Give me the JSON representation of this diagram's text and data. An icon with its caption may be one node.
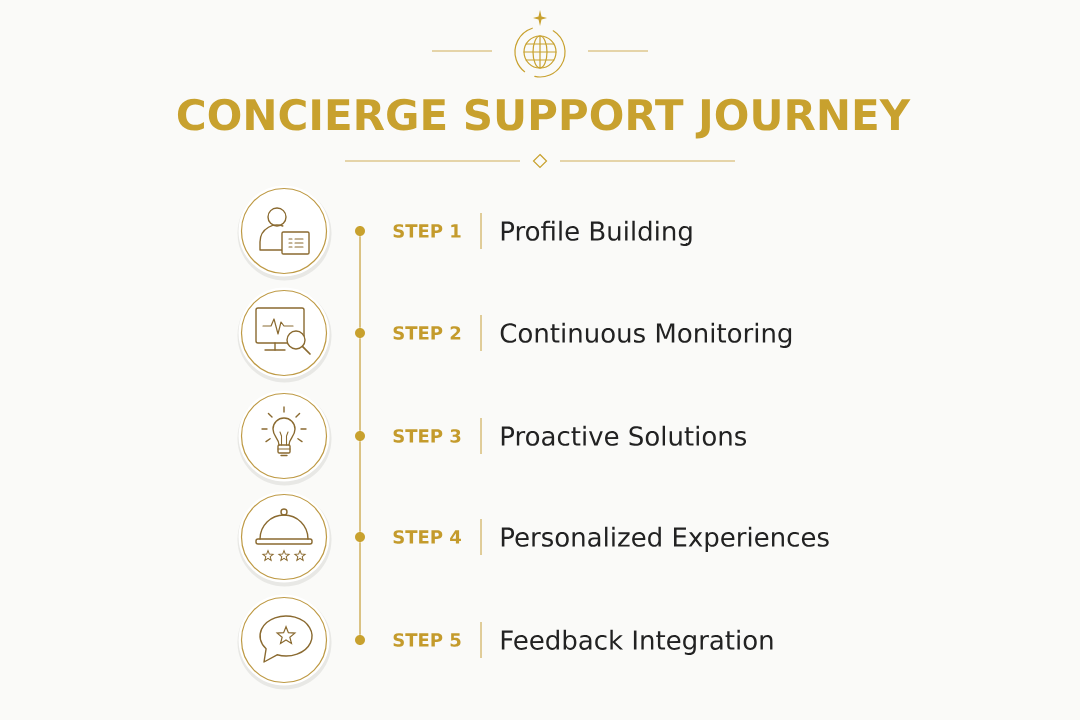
{
  "diagram": {
    "title": "CONCIERGE SUPPORT JOURNEY",
    "nodes": [
      {
        "text": [],
        "shape": "circle",
        "beside": [
          "STEP 1",
          "Profile Building"
        ]
      },
      {
        "text": [],
        "shape": "circle",
        "beside": [
          "STEP 2",
          "Continuous Monitoring"
        ]
      },
      {
        "text": [],
        "shape": "circle",
        "beside": [
          "STEP 3",
          "Proactive Solutions"
        ]
      },
      {
        "text": [],
        "shape": "circle",
        "beside": [
          "STEP 4",
          "Personalized Experiences"
        ]
      },
      {
        "text": [],
        "shape": "circle",
        "beside": [
          "STEP 5",
          "Feedback Integration"
        ]
      }
    ],
    "edges": [
      {
        "from": 0,
        "to": 1,
        "arrow": "none"
      },
      {
        "from": 1,
        "to": 2,
        "arrow": "none"
      },
      {
        "from": 2,
        "to": 3,
        "arrow": "none"
      },
      {
        "from": 3,
        "to": 4,
        "arrow": "none"
      }
    ]
  }
}
